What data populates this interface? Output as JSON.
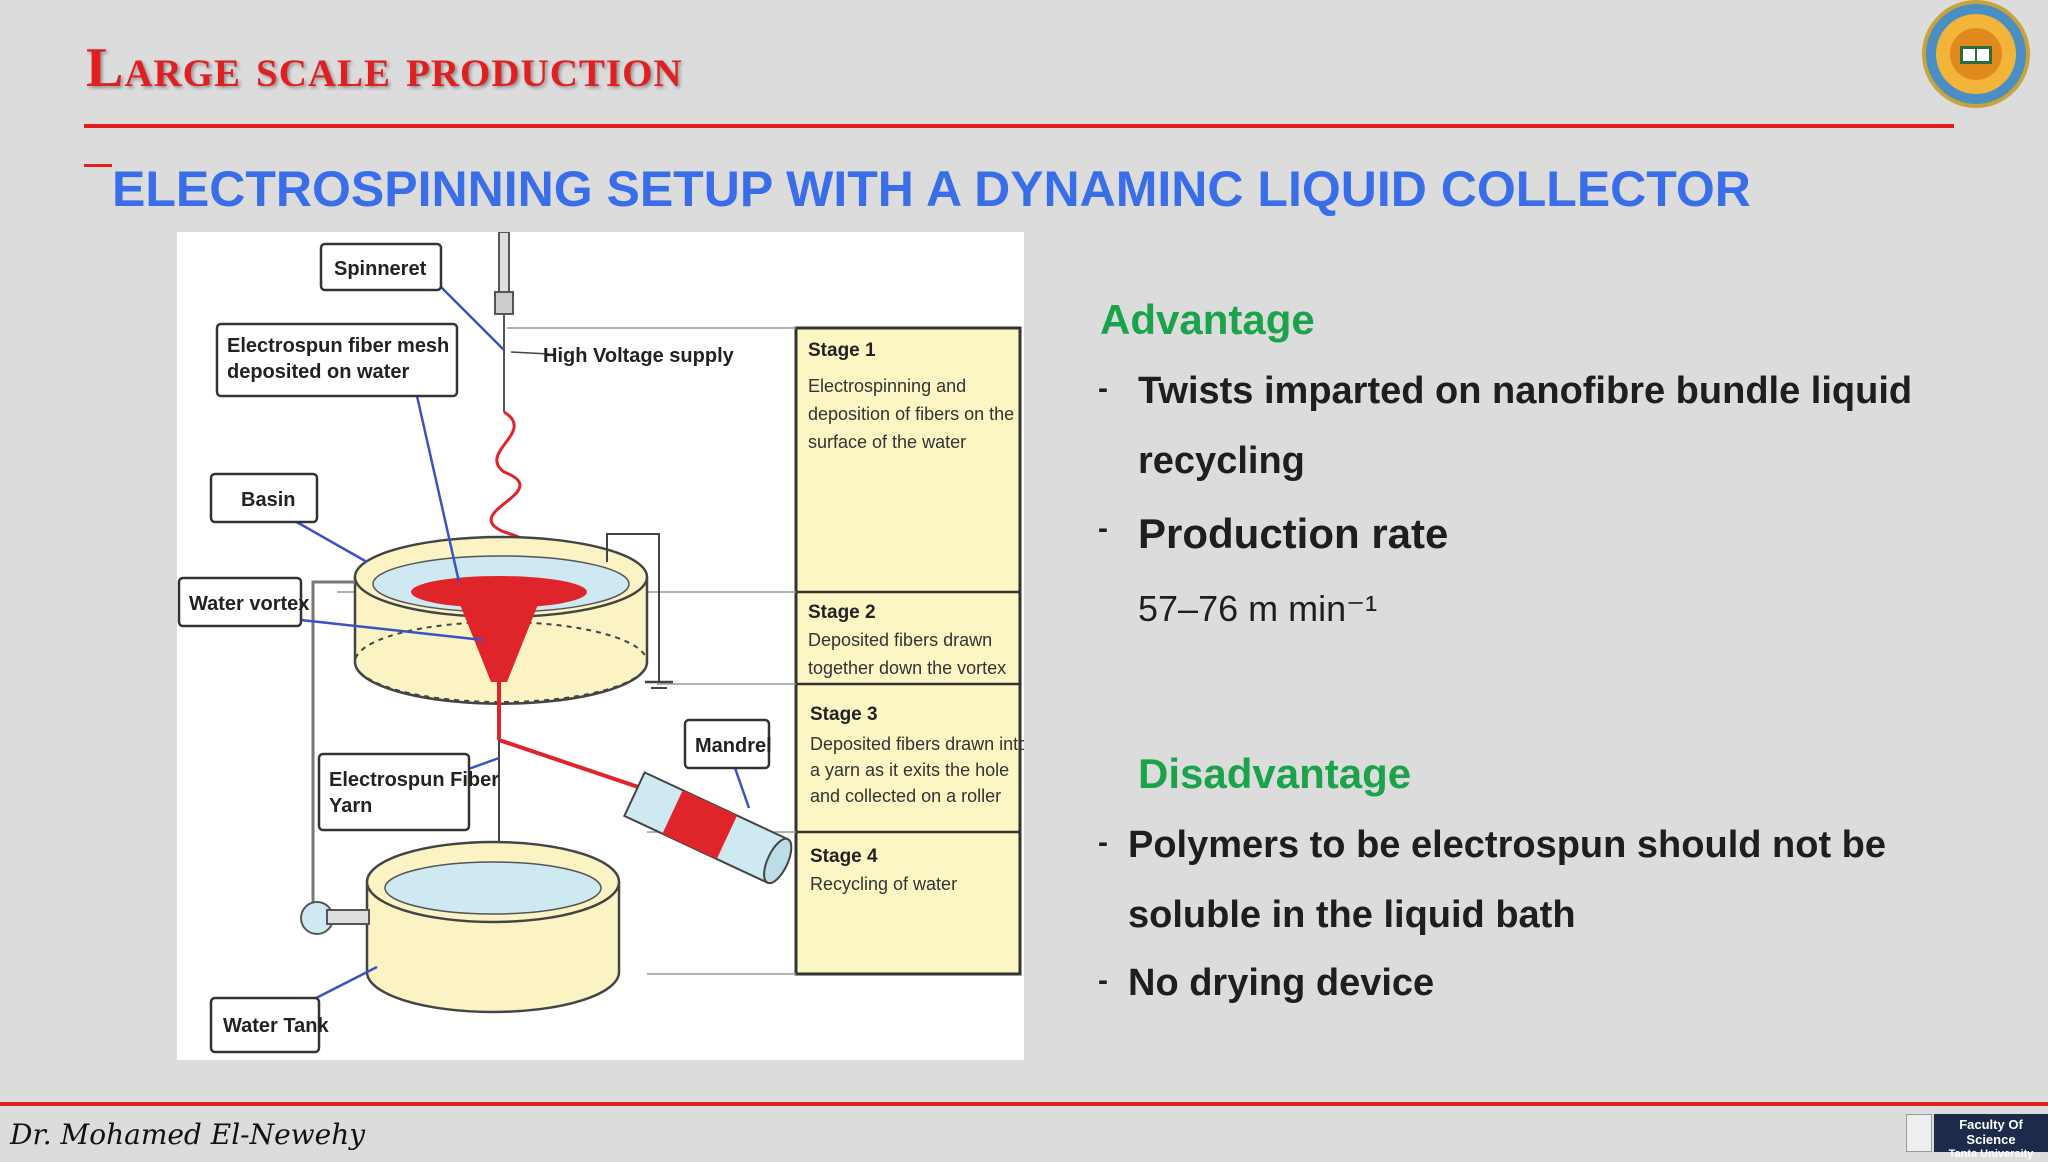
{
  "slide": {
    "title": "Large scale production",
    "subtitle": "ELECTROSPINNING SETUP WITH A DYNAMINC LIQUID COLLECTOR"
  },
  "diagram": {
    "spinneret": "Spinneret",
    "fiber_mesh_line1": "Electrospun fiber mesh",
    "fiber_mesh_line2": "deposited on water",
    "high_voltage": "High Voltage supply",
    "basin": "Basin",
    "water_vortex": "Water vortex",
    "mandrel": "Mandrel",
    "fiber_yarn_line1": "Electrospun Fiber",
    "fiber_yarn_line2": "Yarn",
    "water_tank": "Water Tank",
    "stage1_title": "Stage 1",
    "stage1_line1": "Electrospinning and",
    "stage1_line2": "deposition of fibers on the",
    "stage1_line3": "surface of the water",
    "stage2_title": "Stage 2",
    "stage2_line1": "Deposited fibers drawn",
    "stage2_line2": "together down the vortex",
    "stage3_title": "Stage 3",
    "stage3_line1": "Deposited fibers drawn into",
    "stage3_line2": "a yarn as it exits the hole",
    "stage3_line3": "and collected on a roller",
    "stage4_title": "Stage 4",
    "stage4_line1": "Recycling of water"
  },
  "advantage": {
    "heading": "Advantage",
    "bullet1_line1": "Twists imparted on nanofibre bundle liquid",
    "bullet1_line2": "recycling",
    "bullet2": "Production rate",
    "rate_value": "57–76 m min⁻¹"
  },
  "disadvantage": {
    "heading": "Disadvantage",
    "bullet1_line1": "Polymers to be electrospun should not be",
    "bullet1_line2": "soluble in the liquid bath",
    "bullet2": "No drying device"
  },
  "footer": {
    "author": "Dr. Mohamed El-Newehy",
    "badge_line1": "Faculty Of Science",
    "badge_line2": "Tanta University"
  },
  "colors": {
    "title_red": "#e02020",
    "subtitle_blue": "#3a6ee8",
    "heading_green": "#1aa34a"
  }
}
